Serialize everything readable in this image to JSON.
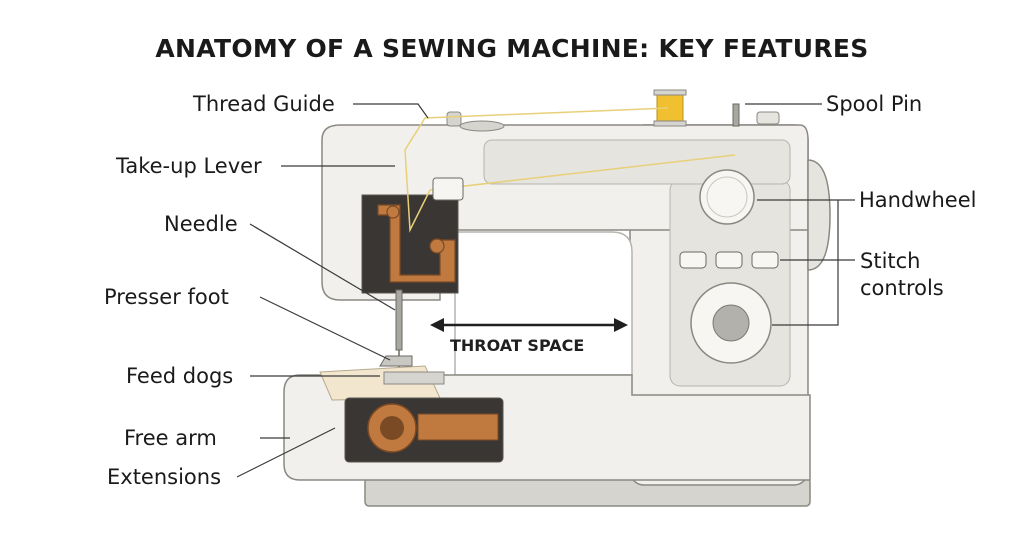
{
  "title": "ANATOMY OF A SEWING MACHINE: KEY FEATURES",
  "labels": {
    "thread_guide": "Thread Guide",
    "spool_pin": "Spool Pin",
    "take_up_lever": "Take-up Lever",
    "handwheel": "Handwheel",
    "needle": "Needle",
    "stitch_controls_line1": "Stitch",
    "stitch_controls_line2": "controls",
    "presser_foot": "Presser foot",
    "feed_dogs": "Feed dogs",
    "free_arm": "Free arm",
    "extensions": "Extensions",
    "throat_space": "THROAT SPACE"
  },
  "colors": {
    "body": "#f1f0ec",
    "body_shade": "#dcdad4",
    "panel": "#e6e4df",
    "outline": "#8a8882",
    "copper": "#c07a3f",
    "copper_dark": "#7a4a24",
    "thread": "#e8cf7a",
    "spool": "#f0c030",
    "label_text": "#1a1a1a"
  }
}
